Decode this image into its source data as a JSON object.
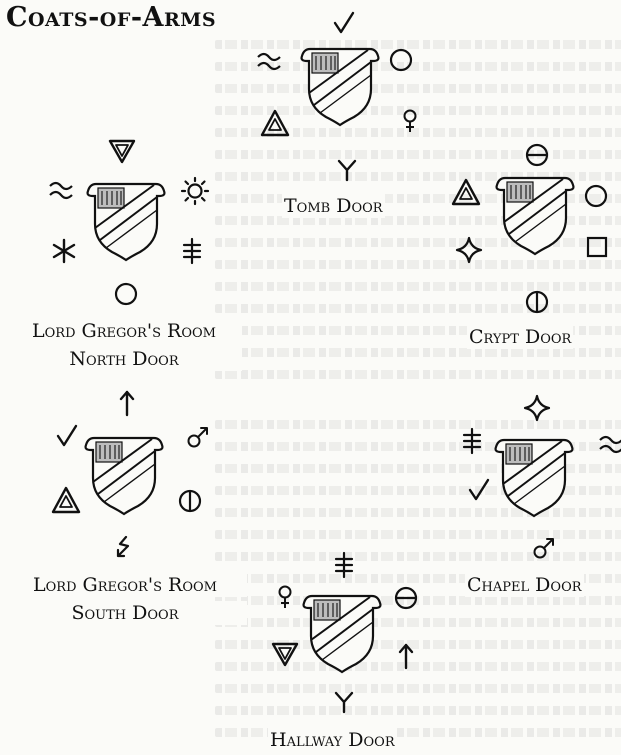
{
  "title": "Coats-of-Arms",
  "labels": {
    "tomb": "Tomb Door",
    "crypt": "Crypt Door",
    "lord_north_1": "Lord Gregor's Room",
    "lord_north_2": "North Door",
    "lord_south_1": "Lord Gregor's Room",
    "lord_south_2": "South Door",
    "chapel": "Chapel Door",
    "hallway": "Hallway Door"
  }
}
